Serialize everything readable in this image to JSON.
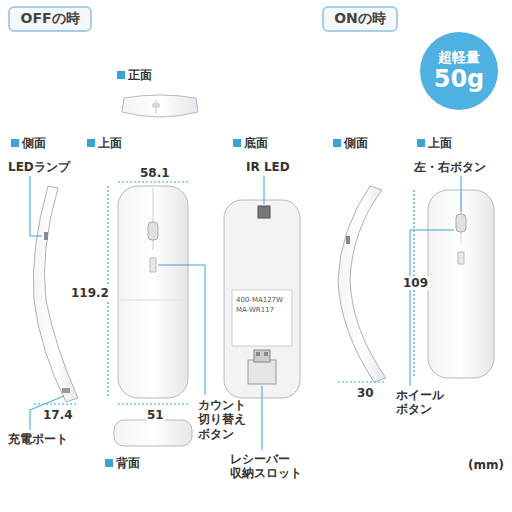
{
  "diagram": {
    "nodes": [
      {
        "text": [
          "OFFの時"
        ]
      },
      {
        "text": [
          "ONの時"
        ]
      },
      {
        "text": [
          "超軽量",
          "50g"
        ]
      }
    ],
    "edges": [],
    "labels": [
      "正面",
      "側面",
      "上面",
      "底面",
      "LEDランプ",
      "IR LED",
      "58.1",
      "119.2",
      "17.4",
      "51",
      "カウント 切り替え ボタン",
      "充電ポート",
      "背面",
      "レシーバー 収納スロット",
      "側面",
      "上面",
      "左・右ボタン",
      "109",
      "30",
      "ホイール ボタン",
      "(mm)",
      "400-MA127W",
      "MA-WR117"
    ]
  }
}
